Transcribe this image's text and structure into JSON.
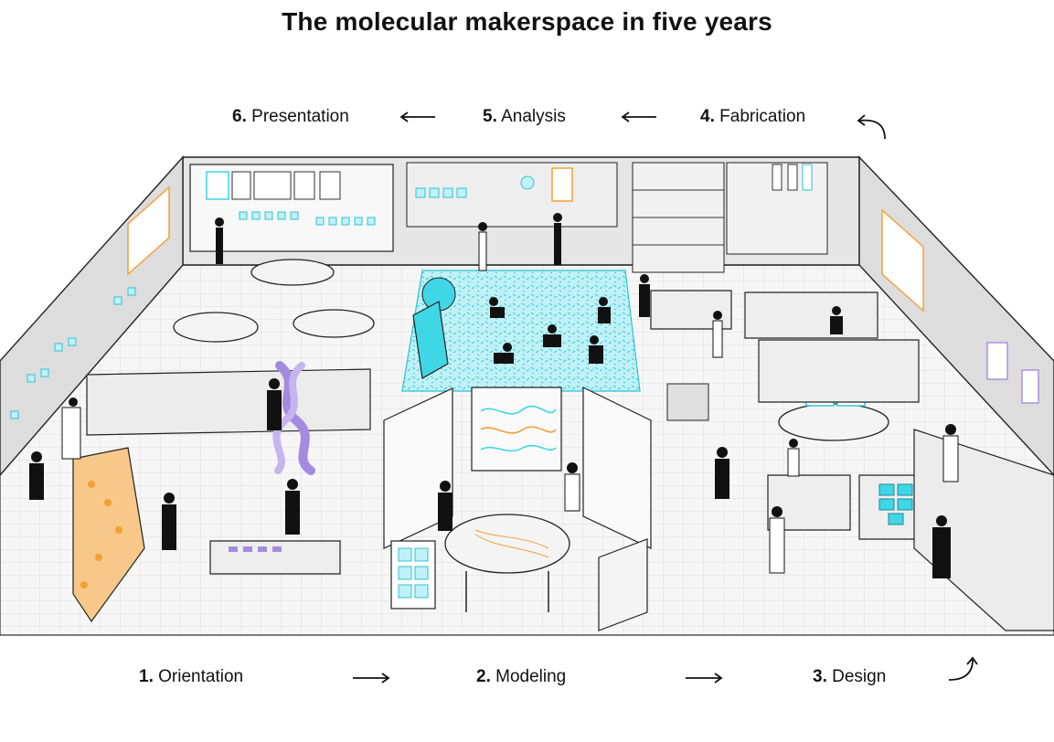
{
  "title": "The molecular makerspace in five years",
  "steps": [
    {
      "number": "1.",
      "label": "Orientation"
    },
    {
      "number": "2.",
      "label": "Modeling"
    },
    {
      "number": "3.",
      "label": "Design"
    },
    {
      "number": "4.",
      "label": "Fabrication"
    },
    {
      "number": "5.",
      "label": "Analysis"
    },
    {
      "number": "6.",
      "label": "Presentation"
    }
  ],
  "colors": {
    "accent_cyan": "#3fd6e6",
    "accent_orange": "#f2a031",
    "accent_purple": "#a58be0",
    "floor": "#f3f3f3",
    "wall": "#e2e2e2",
    "ink": "#111111"
  },
  "icons": [
    "arrow-right-icon",
    "arrow-left-icon",
    "curved-arrow-up-icon",
    "curved-arrow-back-icon"
  ]
}
